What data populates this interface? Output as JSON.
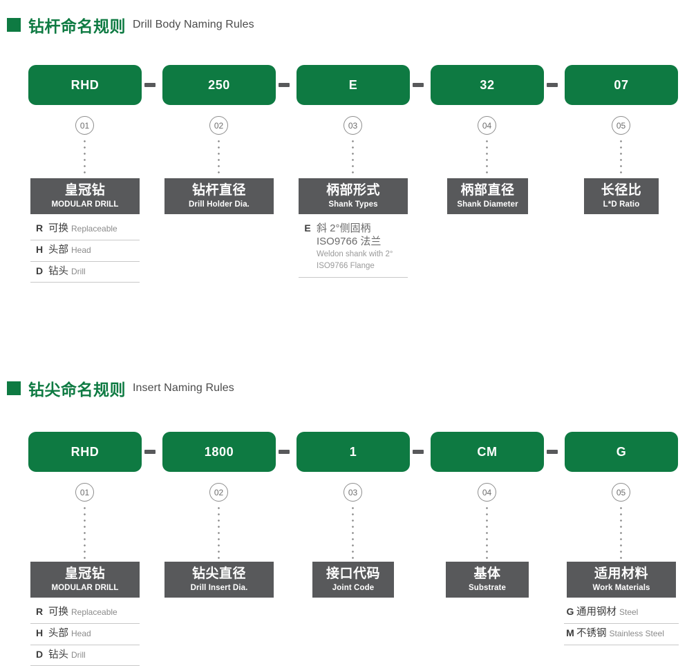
{
  "sections": [
    {
      "id": "drill-body",
      "heading": {
        "cn": "钻杆命名规则",
        "en": "Drill Body Naming Rules"
      },
      "codes": [
        "RHD",
        "250",
        "E",
        "32",
        "07"
      ],
      "badges": [
        "01",
        "02",
        "03",
        "04",
        "05"
      ],
      "boxes": [
        {
          "cn": "皇冠钻",
          "en": "MODULAR DRILL"
        },
        {
          "cn": "钻杆直径",
          "en": "Drill Holder Dia."
        },
        {
          "cn": "柄部形式",
          "en": "Shank Types"
        },
        {
          "cn": "柄部直径",
          "en": "Shank Diameter"
        },
        {
          "cn": "长径比",
          "en": "L*D Ratio"
        }
      ],
      "legend_1": [
        {
          "code": "R",
          "cn": "可换",
          "en": "Replaceable"
        },
        {
          "code": "H",
          "cn": "头部",
          "en": "Head"
        },
        {
          "code": "D",
          "cn": "钻头",
          "en": "Drill"
        }
      ],
      "legend_3": [
        {
          "code": "E",
          "cn_lines": [
            "斜 2°侧固柄",
            "ISO9766 法兰"
          ],
          "en_lines": [
            "Weldon shank with 2°",
            "ISO9766 Flange"
          ]
        }
      ]
    },
    {
      "id": "insert",
      "heading": {
        "cn": "钻尖命名规则",
        "en": "Insert Naming Rules"
      },
      "codes": [
        "RHD",
        "1800",
        "1",
        "CM",
        "G"
      ],
      "badges": [
        "01",
        "02",
        "03",
        "04",
        "05"
      ],
      "boxes": [
        {
          "cn": "皇冠钻",
          "en": "MODULAR DRILL"
        },
        {
          "cn": "钻尖直径",
          "en": "Drill Insert Dia."
        },
        {
          "cn": "接口代码",
          "en": "Joint Code"
        },
        {
          "cn": "基体",
          "en": "Substrate"
        },
        {
          "cn": "适用材料",
          "en": "Work Materials"
        }
      ],
      "legend_1": [
        {
          "code": "R",
          "cn": "可换",
          "en": "Replaceable"
        },
        {
          "code": "H",
          "cn": "头部",
          "en": "Head"
        },
        {
          "code": "D",
          "cn": "钻头",
          "en": "Drill"
        }
      ],
      "legend_5": [
        {
          "code": "G",
          "cn": "通用钢材",
          "en": "Steel"
        },
        {
          "code": "M",
          "cn": "不锈钢",
          "en": "Stainless Steel"
        }
      ]
    }
  ],
  "colors": {
    "green": "#0e7a42",
    "gray": "#58595b",
    "muted": "#8a8a8a"
  }
}
